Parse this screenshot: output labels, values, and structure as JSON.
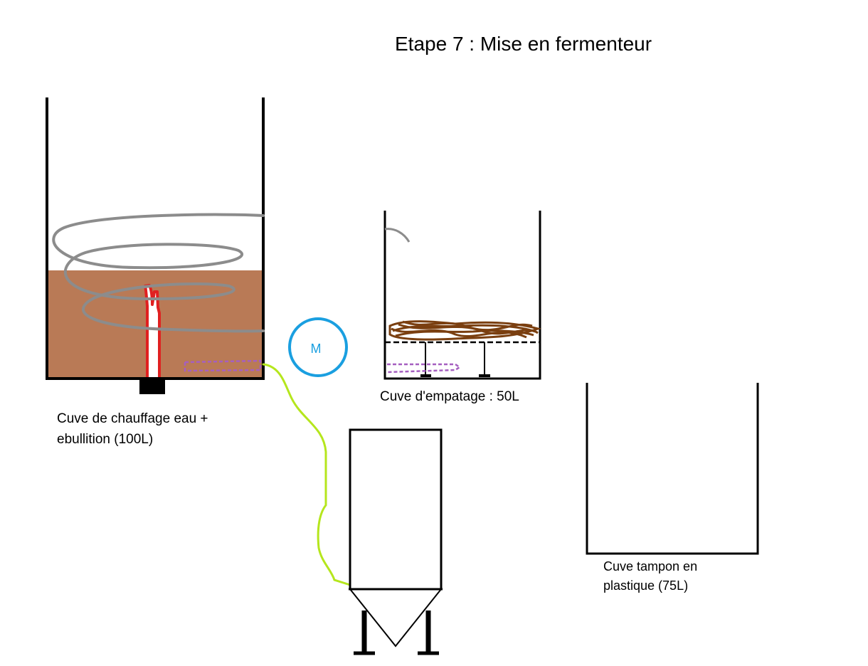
{
  "title": "Etape 7 : Mise en fermenteur",
  "tanks": {
    "heating": {
      "label_line1": "Cuve de chauffage eau +",
      "label_line2": "ebullition (100L)"
    },
    "mash": {
      "label": "Cuve d'empatage : 50L"
    },
    "buffer": {
      "label_line1": "Cuve tampon en",
      "label_line2": "plastique (75L)"
    }
  },
  "pump": {
    "letter": "M"
  },
  "colors": {
    "liquid": "#b97a56",
    "coil": "#8c8c8c",
    "heater": "#e02020",
    "sparge": "#a55fc0",
    "grain": "#7a3f10",
    "pump": "#1a9fe0",
    "hose": "#b5e61d",
    "outline": "#000000"
  }
}
